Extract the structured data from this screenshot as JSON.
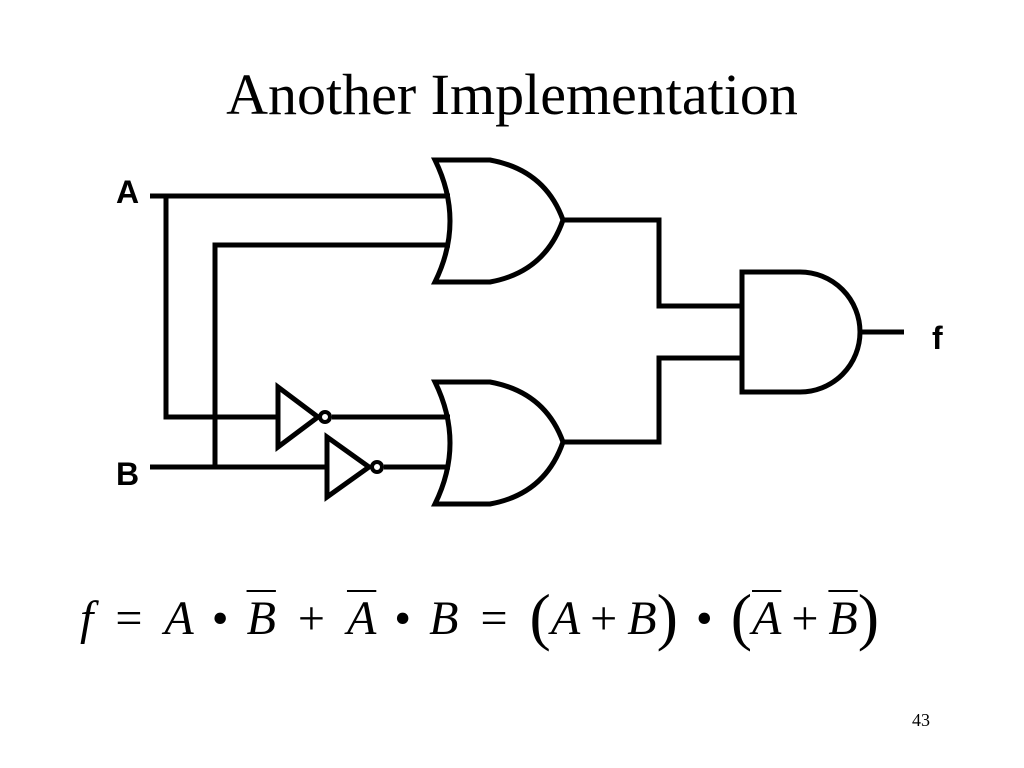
{
  "slide": {
    "title": "Another Implementation",
    "page_number": "43"
  },
  "circuit": {
    "input_a_label": "A",
    "input_b_label": "B",
    "output_label": "f",
    "wire_color": "#000000"
  },
  "formula": {
    "lhs": "f",
    "eq1": "=",
    "t1_a": "A",
    "dot1": "•",
    "t1_b": "B",
    "plus1": "+",
    "t2_a": "A",
    "dot2": "•",
    "t2_b": "B",
    "eq2": "=",
    "lparen1": "(",
    "s1_a": "A",
    "plus2": "+",
    "s1_b": "B",
    "rparen1": ")",
    "dot3": "•",
    "lparen2": "(",
    "s2_a": "A",
    "plus3": "+",
    "s2_b": "B",
    "rparen2": ")"
  }
}
